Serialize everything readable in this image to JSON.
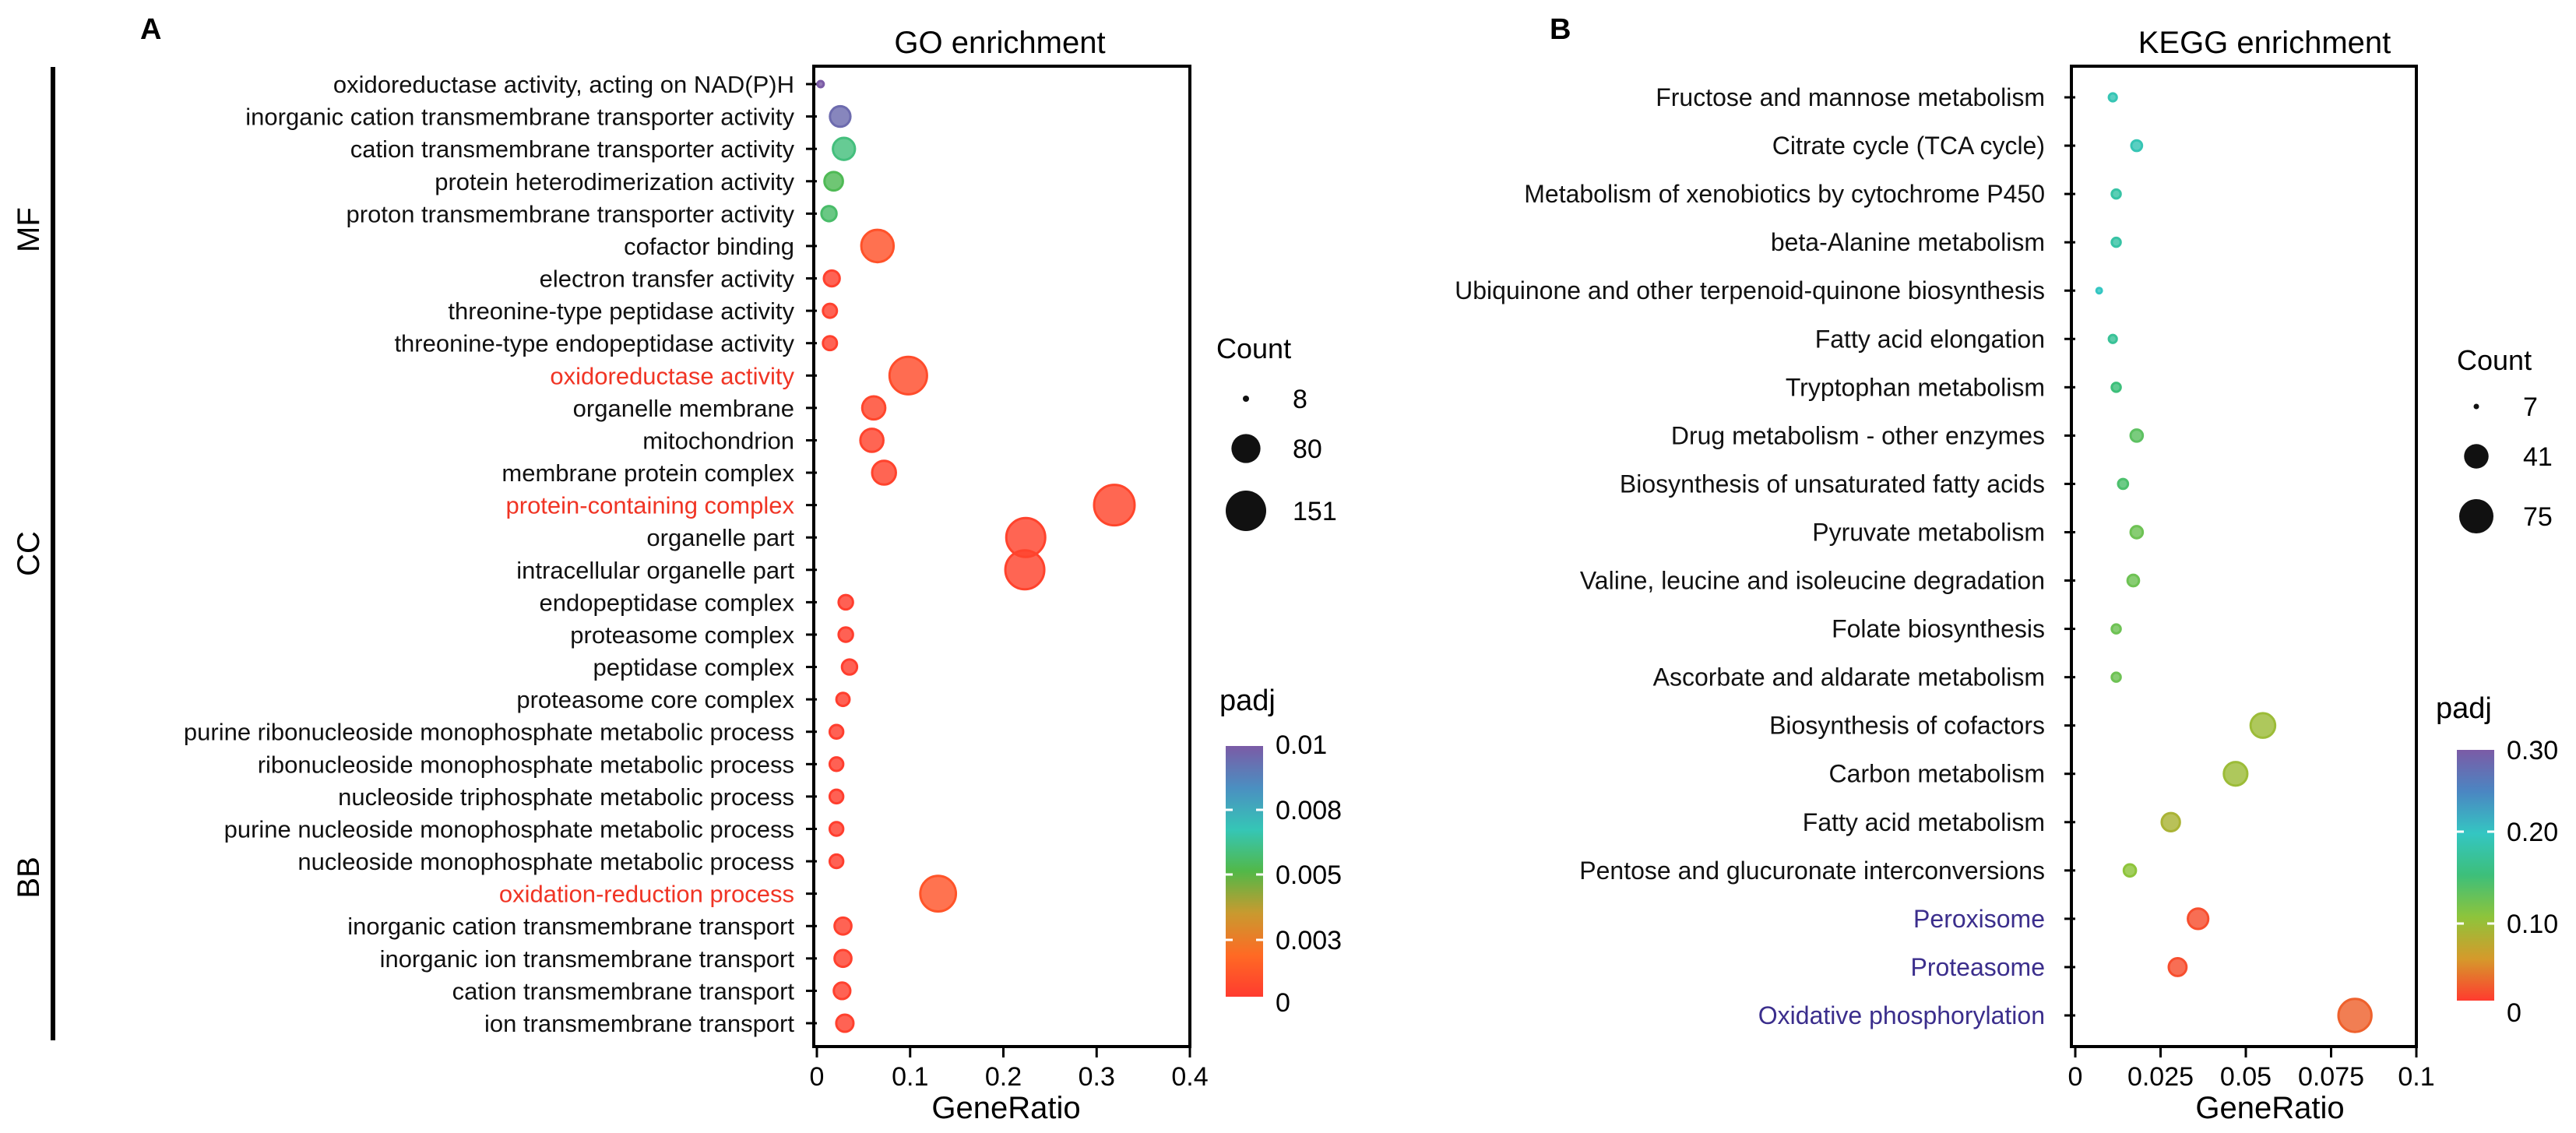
{
  "chart_data": [
    {
      "panel_label": "A",
      "type": "scatter",
      "title": "GO enrichment",
      "xlabel": "GeneRatio",
      "ylabel": "",
      "xlim": [
        0,
        0.4
      ],
      "xticks": [
        "0",
        "0.1",
        "0.2",
        "0.3",
        "0.4"
      ],
      "grid": false,
      "legend_position": "right",
      "groups": [
        {
          "name": "MF",
          "first": 0,
          "last": 9
        },
        {
          "name": "CC",
          "first": 10,
          "last": 19
        },
        {
          "name": "BB",
          "first": 20,
          "last": 29
        }
      ],
      "size_legend": {
        "title": "Count",
        "labels": [
          "8",
          "80",
          "151"
        ],
        "values": [
          8,
          80,
          151
        ]
      },
      "color_legend": {
        "title": "padj",
        "labels": [
          "0.01",
          "0.008",
          "0.005",
          "0.003",
          "0"
        ],
        "colors": [
          "#ff3b2f",
          "#ff6a24",
          "#c99a2f",
          "#52b848",
          "#35c6b6",
          "#4b8fc1",
          "#7b5ba6"
        ]
      },
      "highlight_color": "#f03424",
      "points": [
        {
          "term": "oxidoreductase activity, acting on NAD(P)H",
          "x": 0.004,
          "count": 8,
          "padj": 0.01,
          "highlight": false
        },
        {
          "term": "inorganic cation transmembrane transporter activity",
          "x": 0.025,
          "count": 42,
          "padj": 0.0095,
          "highlight": false
        },
        {
          "term": "cation transmembrane transporter activity",
          "x": 0.029,
          "count": 48,
          "padj": 0.0058,
          "highlight": false
        },
        {
          "term": "protein heterodimerization activity",
          "x": 0.018,
          "count": 35,
          "padj": 0.0052,
          "highlight": false
        },
        {
          "term": "proton transmembrane transporter activity",
          "x": 0.013,
          "count": 25,
          "padj": 0.0055,
          "highlight": false
        },
        {
          "term": "cofactor binding",
          "x": 0.065,
          "count": 98,
          "padj": 0.0008,
          "highlight": false
        },
        {
          "term": "electron transfer activity",
          "x": 0.016,
          "count": 27,
          "padj": 0.0002,
          "highlight": false
        },
        {
          "term": "threonine-type peptidase activity",
          "x": 0.014,
          "count": 22,
          "padj": 0.0002,
          "highlight": false
        },
        {
          "term": "threonine-type endopeptidase activity",
          "x": 0.014,
          "count": 22,
          "padj": 0.0002,
          "highlight": false
        },
        {
          "term": "oxidoreductase activity",
          "x": 0.098,
          "count": 130,
          "padj": 0.0006,
          "highlight": true
        },
        {
          "term": "organelle membrane",
          "x": 0.061,
          "count": 52,
          "padj": 0.0004,
          "highlight": false
        },
        {
          "term": "mitochondrion",
          "x": 0.059,
          "count": 52,
          "padj": 0.0003,
          "highlight": false
        },
        {
          "term": "membrane protein complex",
          "x": 0.072,
          "count": 55,
          "padj": 0.0003,
          "highlight": false
        },
        {
          "term": "protein-containing complex",
          "x": 0.319,
          "count": 151,
          "padj": 0.0004,
          "highlight": true
        },
        {
          "term": "organelle part",
          "x": 0.224,
          "count": 140,
          "padj": 0.0003,
          "highlight": false
        },
        {
          "term": "intracellular organelle part",
          "x": 0.223,
          "count": 140,
          "padj": 0.0003,
          "highlight": false
        },
        {
          "term": "endopeptidase complex",
          "x": 0.031,
          "count": 23,
          "padj": 0.0001,
          "highlight": false
        },
        {
          "term": "proteasome complex",
          "x": 0.031,
          "count": 23,
          "padj": 0.0001,
          "highlight": false
        },
        {
          "term": "peptidase complex",
          "x": 0.035,
          "count": 25,
          "padj": 0.0001,
          "highlight": false
        },
        {
          "term": "proteasome core complex",
          "x": 0.028,
          "count": 20,
          "padj": 0.0001,
          "highlight": false
        },
        {
          "term": "purine ribonucleoside monophosphate metabolic process",
          "x": 0.021,
          "count": 21,
          "padj": 0.0001,
          "highlight": false
        },
        {
          "term": "ribonucleoside monophosphate metabolic process",
          "x": 0.021,
          "count": 21,
          "padj": 0.0001,
          "highlight": false
        },
        {
          "term": "nucleoside triphosphate metabolic process",
          "x": 0.021,
          "count": 21,
          "padj": 0.0001,
          "highlight": false
        },
        {
          "term": "purine nucleoside monophosphate metabolic process",
          "x": 0.021,
          "count": 21,
          "padj": 0.0001,
          "highlight": false
        },
        {
          "term": "nucleoside monophosphate metabolic process",
          "x": 0.021,
          "count": 21,
          "padj": 0.0001,
          "highlight": false
        },
        {
          "term": "oxidation-reduction process",
          "x": 0.13,
          "count": 118,
          "padj": 0.0009,
          "highlight": true
        },
        {
          "term": "inorganic cation transmembrane transport",
          "x": 0.028,
          "count": 30,
          "padj": 0.0002,
          "highlight": false
        },
        {
          "term": "inorganic ion transmembrane transport",
          "x": 0.028,
          "count": 30,
          "padj": 0.0002,
          "highlight": false
        },
        {
          "term": "cation transmembrane transport",
          "x": 0.027,
          "count": 29,
          "padj": 0.0002,
          "highlight": false
        },
        {
          "term": "ion transmembrane transport",
          "x": 0.03,
          "count": 31,
          "padj": 0.0002,
          "highlight": false
        }
      ]
    },
    {
      "panel_label": "B",
      "type": "scatter",
      "title": "KEGG enrichment",
      "xlabel": "GeneRatio",
      "ylabel": "",
      "xlim": [
        0,
        0.1
      ],
      "xticks": [
        "0",
        "0.025",
        "0.05",
        "0.075",
        "0.1"
      ],
      "grid": false,
      "legend_position": "right",
      "size_legend": {
        "title": "Count",
        "labels": [
          "7",
          "41",
          "75"
        ],
        "values": [
          7,
          41,
          75
        ]
      },
      "color_legend": {
        "title": "padj",
        "labels": [
          "0.30",
          "0.20",
          "0.10",
          "0"
        ],
        "colors": [
          "#ff3b2f",
          "#d59a2b",
          "#8ec43b",
          "#3dbf7a",
          "#34c6c2",
          "#4b86c2",
          "#7b5ba6"
        ]
      },
      "highlight_color": "#3b2e8c",
      "points": [
        {
          "term": "Fructose and mannose metabolism",
          "x": 0.011,
          "count": 9,
          "padj": 0.19,
          "highlight": false
        },
        {
          "term": "Citrate cycle (TCA cycle)",
          "x": 0.018,
          "count": 12,
          "padj": 0.19,
          "highlight": false
        },
        {
          "term": "Metabolism of xenobiotics by cytochrome P450",
          "x": 0.012,
          "count": 10,
          "padj": 0.18,
          "highlight": false
        },
        {
          "term": "beta-Alanine metabolism",
          "x": 0.012,
          "count": 10,
          "padj": 0.18,
          "highlight": false
        },
        {
          "term": "Ubiquinone and other terpenoid-quinone biosynthesis",
          "x": 0.007,
          "count": 7,
          "padj": 0.2,
          "highlight": false
        },
        {
          "term": "Fatty acid elongation",
          "x": 0.011,
          "count": 9,
          "padj": 0.17,
          "highlight": false
        },
        {
          "term": "Tryptophan metabolism",
          "x": 0.012,
          "count": 10,
          "padj": 0.15,
          "highlight": false
        },
        {
          "term": "Drug metabolism - other enzymes",
          "x": 0.018,
          "count": 14,
          "padj": 0.13,
          "highlight": false
        },
        {
          "term": "Biosynthesis of unsaturated fatty acids",
          "x": 0.014,
          "count": 11,
          "padj": 0.14,
          "highlight": false
        },
        {
          "term": "Pyruvate metabolism",
          "x": 0.018,
          "count": 14,
          "padj": 0.12,
          "highlight": false
        },
        {
          "term": "Valine, leucine and isoleucine degradation",
          "x": 0.017,
          "count": 13,
          "padj": 0.12,
          "highlight": false
        },
        {
          "term": "Folate biosynthesis",
          "x": 0.012,
          "count": 10,
          "padj": 0.12,
          "highlight": false
        },
        {
          "term": "Ascorbate and aldarate metabolism",
          "x": 0.012,
          "count": 10,
          "padj": 0.12,
          "highlight": false
        },
        {
          "term": "Biosynthesis of cofactors",
          "x": 0.055,
          "count": 41,
          "padj": 0.09,
          "highlight": false
        },
        {
          "term": "Carbon metabolism",
          "x": 0.047,
          "count": 38,
          "padj": 0.09,
          "highlight": false
        },
        {
          "term": "Fatty acid metabolism",
          "x": 0.028,
          "count": 25,
          "padj": 0.08,
          "highlight": false
        },
        {
          "term": "Pentose and glucuronate interconversions",
          "x": 0.016,
          "count": 14,
          "padj": 0.1,
          "highlight": false
        },
        {
          "term": "Peroxisome",
          "x": 0.036,
          "count": 30,
          "padj": 0.01,
          "highlight": true
        },
        {
          "term": "Proteasome",
          "x": 0.03,
          "count": 24,
          "padj": 0.01,
          "highlight": true
        },
        {
          "term": "Oxidative phosphorylation",
          "x": 0.082,
          "count": 70,
          "padj": 0.02,
          "highlight": true
        }
      ]
    }
  ]
}
